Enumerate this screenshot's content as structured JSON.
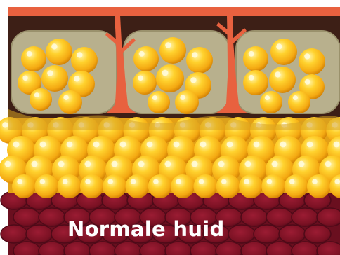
{
  "diagram": {
    "caption": "Normale huid",
    "colors": {
      "epidermis": "#e8613f",
      "dermis": "#3d1f16",
      "fat_compartment": "#b8b08d",
      "fat_cell": "#f4b21a",
      "fat_cell_highlight": "#fff3a6",
      "fat_cell_shadow": "#c77700",
      "connective_strand": "#e8613f",
      "muscle": "#7a1123",
      "muscle_dark": "#4e0a18"
    },
    "layers": [
      "epidermis",
      "dermis",
      "fat-compartments",
      "fat-layer",
      "muscle"
    ]
  }
}
